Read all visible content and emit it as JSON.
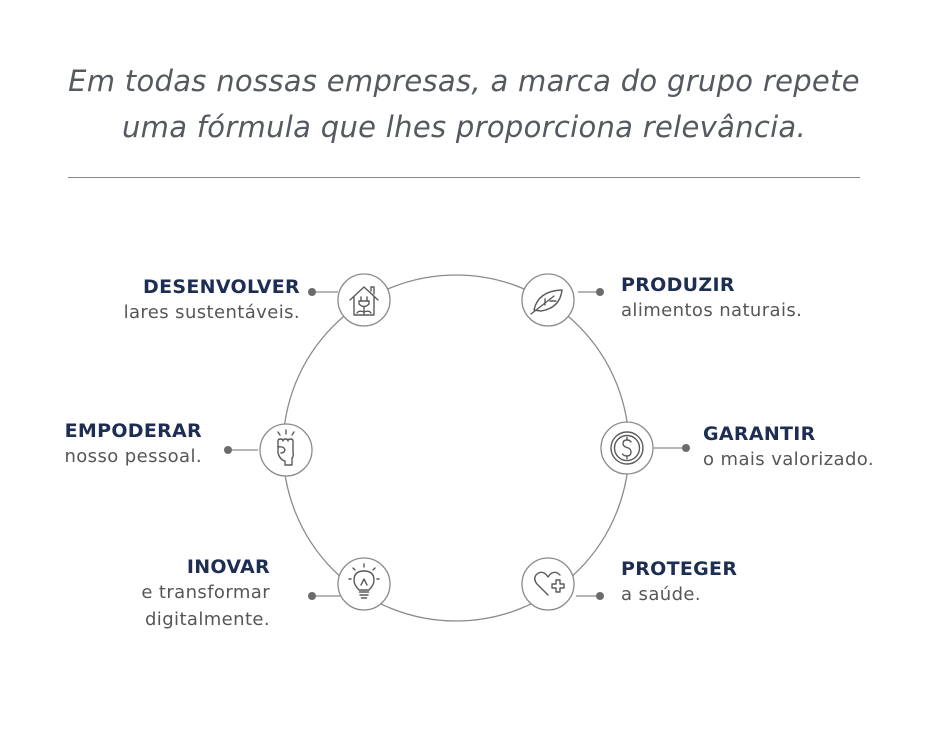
{
  "headline": {
    "line1": "Em todas nossas empresas,  a marca do grupo repete",
    "line2": "uma fórmula que lhes proporciona relevância."
  },
  "colors": {
    "title": "#1d2e52",
    "text": "#565656",
    "line": "#8a8a8a",
    "dot": "#6b6b6b"
  },
  "items": [
    {
      "key": "desenvolver",
      "title": "DESENVOLVER",
      "desc": [
        "lares sustentáveis."
      ],
      "icon": "sustainable-house-icon"
    },
    {
      "key": "produzir",
      "title": "PRODUZIR",
      "desc": [
        "alimentos naturais."
      ],
      "icon": "leaf-icon"
    },
    {
      "key": "empoderar",
      "title": "EMPODERAR",
      "desc": [
        "nosso pessoal."
      ],
      "icon": "raised-fist-icon"
    },
    {
      "key": "garantir",
      "title": "GARANTIR",
      "desc": [
        "o mais valorizado."
      ],
      "icon": "dollar-coin-icon"
    },
    {
      "key": "inovar",
      "title": "INOVAR",
      "desc": [
        "e transformar",
        "digitalmente."
      ],
      "icon": "lightbulb-icon"
    },
    {
      "key": "proteger",
      "title": "PROTEGER",
      "desc": [
        "a saúde."
      ],
      "icon": "heart-plus-icon"
    }
  ]
}
